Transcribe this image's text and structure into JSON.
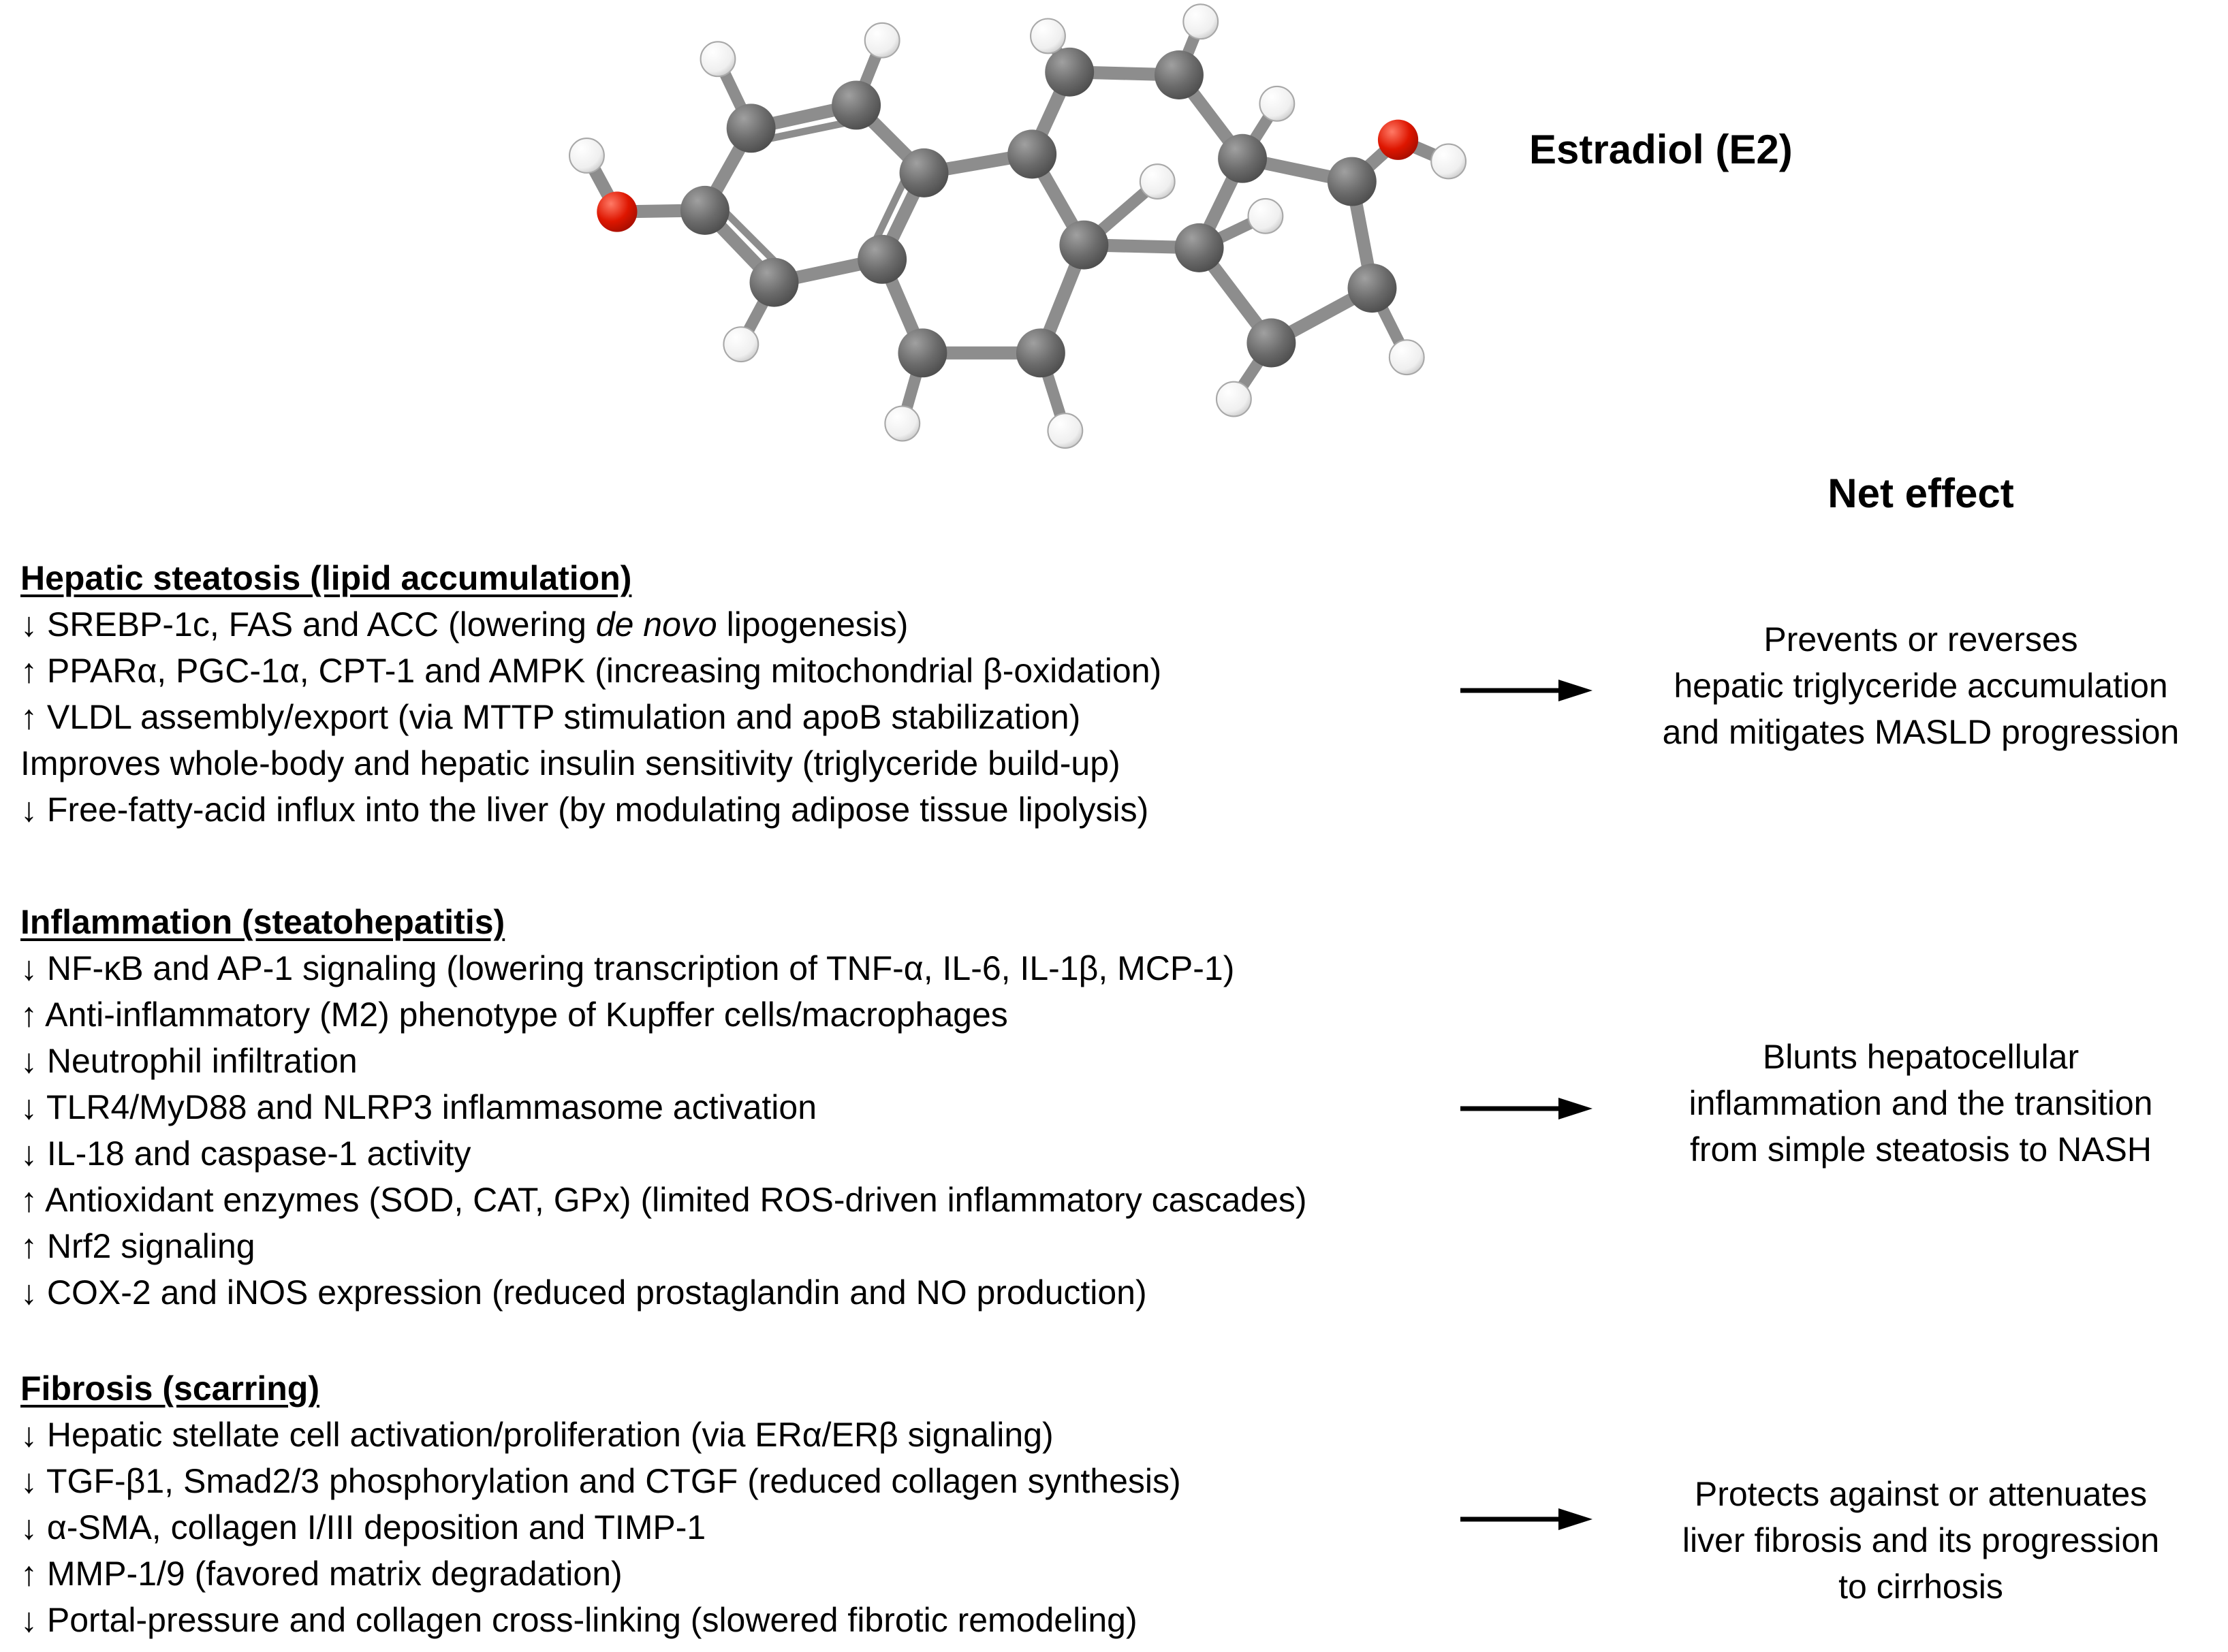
{
  "molecule_label": "Estradiol (E2)",
  "net_effect_header": "Net effect",
  "sections": [
    {
      "heading": "Hepatic steatosis (lipid accumulation)",
      "items": [
        {
          "pre": "↓ SREBP-1c, FAS and ACC (lowering ",
          "italic": "de novo",
          "post": " lipogenesis)"
        },
        {
          "pre": "↑ PPARα, PGC-1α, CPT-1 and AMPK (increasing mitochondrial β-oxidation)",
          "italic": "",
          "post": ""
        },
        {
          "pre": "↑ VLDL assembly/export (via MTTP stimulation and apoB stabilization)",
          "italic": "",
          "post": ""
        },
        {
          "pre": "Improves whole-body and hepatic insulin sensitivity (triglyceride build-up)",
          "italic": "",
          "post": ""
        },
        {
          "pre": "↓ Free-fatty-acid influx into the liver (by modulating adipose tissue lipolysis)",
          "italic": "",
          "post": ""
        }
      ],
      "net_effect_lines": [
        "Prevents or reverses",
        "hepatic triglyceride accumulation",
        "and mitigates MASLD progression"
      ]
    },
    {
      "heading": "Inflammation (steatohepatitis)",
      "items": [
        {
          "pre": "↓ NF-κB and AP-1 signaling (lowering transcription of TNF-α, IL-6, IL-1β, MCP-1)",
          "italic": "",
          "post": ""
        },
        {
          "pre": "↑ Anti-inflammatory (M2) phenotype of Kupffer cells/macrophages",
          "italic": "",
          "post": ""
        },
        {
          "pre": "↓ Neutrophil infiltration",
          "italic": "",
          "post": ""
        },
        {
          "pre": "↓ TLR4/MyD88 and NLRP3 inflammasome activation",
          "italic": "",
          "post": ""
        },
        {
          "pre": "↓ IL-18 and caspase-1 activity",
          "italic": "",
          "post": ""
        },
        {
          "pre": "↑ Antioxidant enzymes (SOD, CAT, GPx) (limited ROS-driven inflammatory cascades)",
          "italic": "",
          "post": ""
        },
        {
          "pre": "↑ Nrf2 signaling",
          "italic": "",
          "post": ""
        },
        {
          "pre": "↓ COX-2 and iNOS expression (reduced prostaglandin and NO production)",
          "italic": "",
          "post": ""
        }
      ],
      "net_effect_lines": [
        "Blunts hepatocellular",
        "inflammation and the transition",
        "from simple steatosis to NASH"
      ]
    },
    {
      "heading": "Fibrosis (scarring)",
      "items": [
        {
          "pre": "↓ Hepatic stellate cell activation/proliferation (via ERα/ERβ signaling)",
          "italic": "",
          "post": ""
        },
        {
          "pre": "↓ TGF-β1, Smad2/3 phosphorylation and CTGF (reduced collagen synthesis)",
          "italic": "",
          "post": ""
        },
        {
          "pre": "↓ α-SMA, collagen I/III deposition and TIMP-1",
          "italic": "",
          "post": ""
        },
        {
          "pre": "↑ MMP-1/9 (favored matrix degradation)",
          "italic": "",
          "post": ""
        },
        {
          "pre": "↓ Portal-pressure and collagen cross-linking (slowered fibrotic remodeling)",
          "italic": "",
          "post": ""
        }
      ],
      "net_effect_lines": [
        "Protects against or attenuates",
        "liver fibrosis and its progression",
        "to cirrhosis"
      ]
    }
  ]
}
